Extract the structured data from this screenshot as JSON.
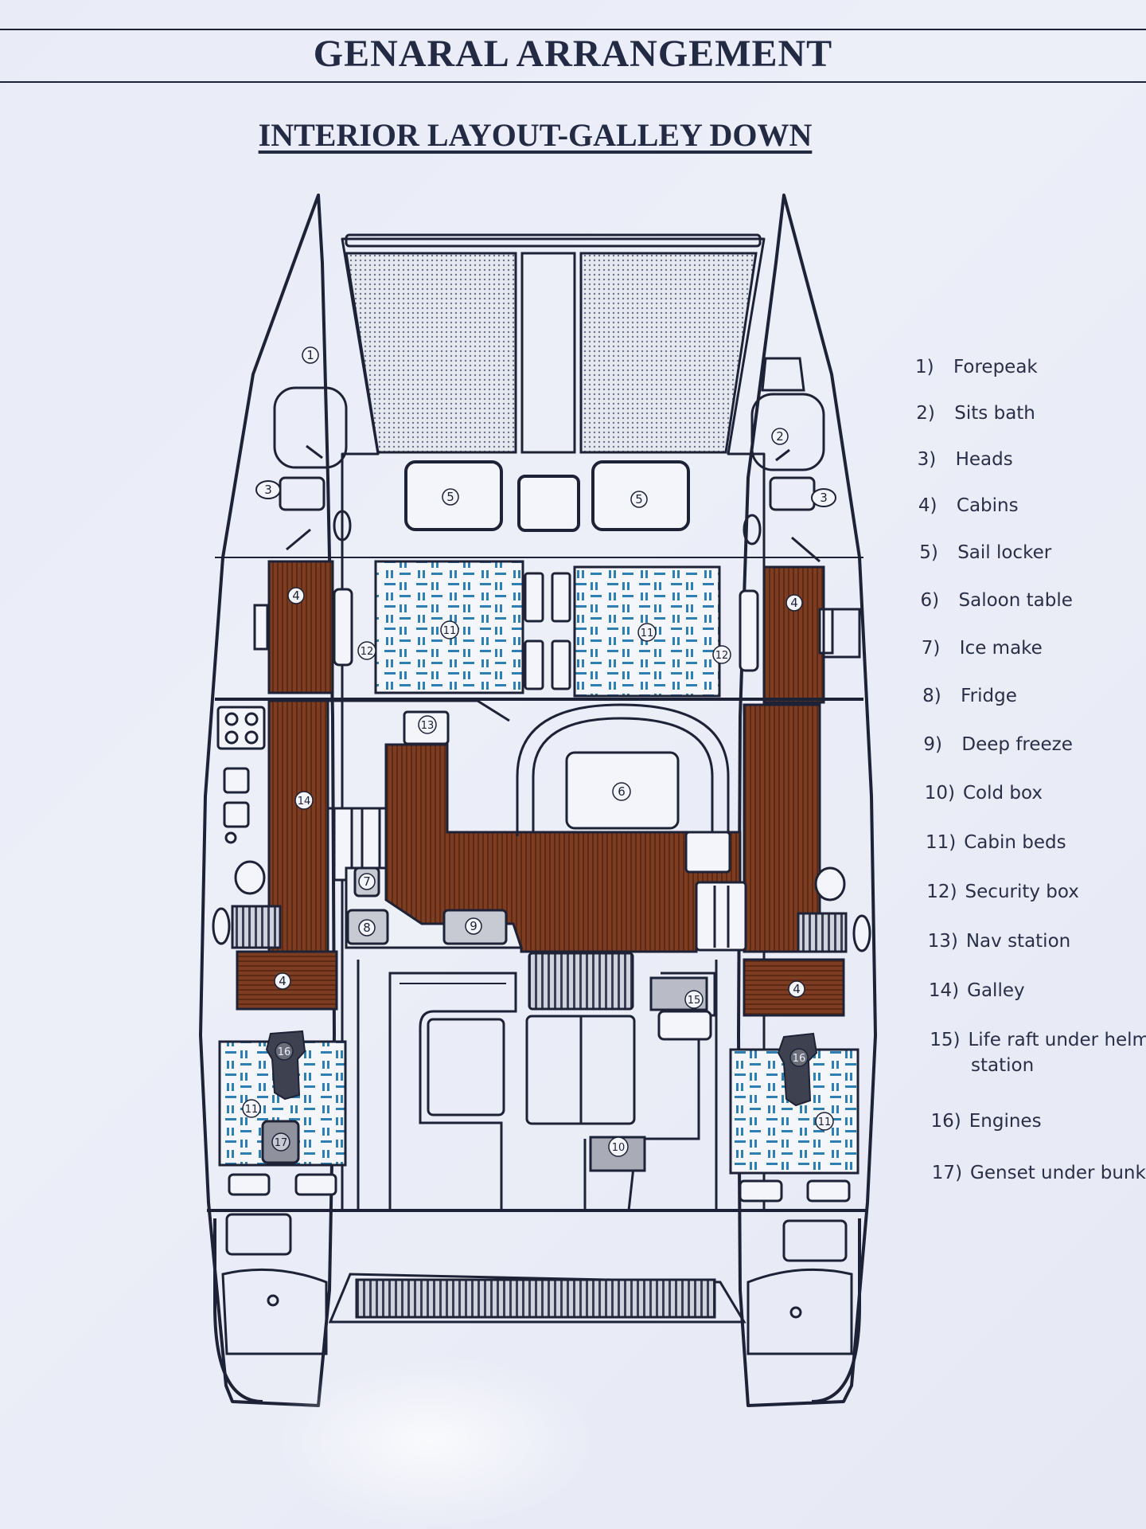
{
  "header": {
    "title": "GENARAL ARRANGEMENT",
    "subtitle": "INTERIOR LAYOUT-GALLEY DOWN"
  },
  "legend": [
    {
      "num": "1)",
      "label": "Forepeak"
    },
    {
      "num": "2)",
      "label": "Sits bath"
    },
    {
      "num": "3)",
      "label": "Heads"
    },
    {
      "num": "4)",
      "label": "Cabins"
    },
    {
      "num": "5)",
      "label": "Sail locker"
    },
    {
      "num": "6)",
      "label": "Saloon table"
    },
    {
      "num": "7)",
      "label": "Ice make"
    },
    {
      "num": "8)",
      "label": "Fridge"
    },
    {
      "num": "9)",
      "label": "Deep freeze"
    },
    {
      "num": "10)",
      "label": "Cold box"
    },
    {
      "num": "11)",
      "label": "Cabin beds"
    },
    {
      "num": "12)",
      "label": "Security box"
    },
    {
      "num": "13)",
      "label": "Nav station"
    },
    {
      "num": "14)",
      "label": "Galley"
    },
    {
      "num": "15)",
      "label": "Life raft under helm",
      "cont": "station"
    },
    {
      "num": "16)",
      "label": "Engines"
    },
    {
      "num": "17)",
      "label": "Genset under bunk"
    }
  ],
  "markers": {
    "m1": "1",
    "m2": "2",
    "m3": "3",
    "m4": "4",
    "m5": "5",
    "m6": "6",
    "m7": "7",
    "m8": "8",
    "m9": "9",
    "m10": "10",
    "m11": "11",
    "m12": "12",
    "m13": "13",
    "m14": "14",
    "m15": "15",
    "m16": "16",
    "m17": "17"
  },
  "colors": {
    "ink": "#1d2236",
    "teak": "#7a3b22",
    "bed_blue": "#2e7fb4",
    "paper": "#eceef8"
  }
}
